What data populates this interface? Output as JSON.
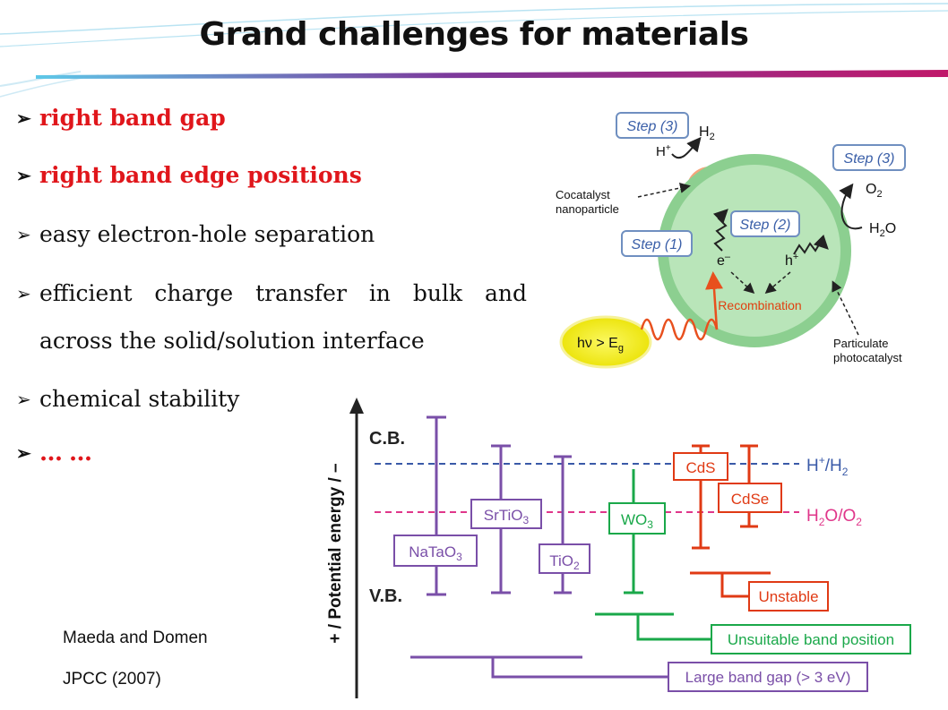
{
  "slide": {
    "title": "Grand challenges for materials",
    "bullets": [
      {
        "text": "right band gap",
        "highlight": true
      },
      {
        "text": "right band edge positions",
        "highlight": true
      },
      {
        "text": "easy electron-hole separation",
        "highlight": false
      },
      {
        "text": "efficient charge transfer in bulk and",
        "continuation": "across the solid/solution interface",
        "highlight": false
      },
      {
        "text": "chemical stability",
        "highlight": false
      },
      {
        "text": "……",
        "highlight": true
      }
    ],
    "bullet_marker": "➢",
    "reference": {
      "line1": "Maeda and Domen",
      "line2": "JPCC (2007)"
    }
  },
  "photocatalysis_diagram": {
    "step3_h2": "Step (3)",
    "h2": "H",
    "h2_sub": "2",
    "h_plus": "H",
    "h_plus_sup": "+",
    "step3_o2": "Step (3)",
    "o2": "O",
    "o2_sub": "2",
    "h2o": "H",
    "h2o_sub": "2",
    "h2o_end": "O",
    "cocatalyst_label_1": "Cocatalyst",
    "cocatalyst_label_2": "nanoparticle",
    "step2": "Step (2)",
    "step1": "Step (1)",
    "e_minus": "e",
    "e_minus_sup": "–",
    "h_hole": "h",
    "h_hole_sup": "+",
    "recombination": "Recombination",
    "photon_energy": "hν > E",
    "photon_energy_sub": "g",
    "particulate_1": "Particulate",
    "particulate_2": "photocatalyst",
    "colors": {
      "box_border": "#6f8fc0",
      "box_text": "#3a5fa8",
      "particle": "#a6dba8",
      "cocatalyst": "#f4a57a",
      "photon": "#f2ee2a",
      "wave": "#e8501e",
      "recombination": "#e04010"
    }
  },
  "band_diagram": {
    "y_axis_label": "+ / Potential energy / –",
    "cb_label": "C.B.",
    "vb_label": "V.B.",
    "h_level_label": "H",
    "h_level_sup": "+",
    "h_level_rest": "/H",
    "h_level_sub": "2",
    "o_level_label": "H",
    "o_level_sub1": "2",
    "o_level_mid": "O/O",
    "o_level_sub2": "2",
    "materials": [
      {
        "name": "NaTaO",
        "sub": "3",
        "group": "large-gap"
      },
      {
        "name": "SrTiO",
        "sub": "3",
        "group": "large-gap"
      },
      {
        "name": "TiO",
        "sub": "2",
        "group": "large-gap"
      },
      {
        "name": "WO",
        "sub": "3",
        "group": "unsuitable"
      },
      {
        "name": "CdS",
        "sub": "",
        "group": "unstable"
      },
      {
        "name": "CdSe",
        "sub": "",
        "group": "unstable"
      }
    ],
    "legend": {
      "unstable": "Unstable",
      "unsuitable": "Unsuitable band position",
      "large_gap": "Large band gap (> 3 eV)"
    },
    "colors": {
      "purple": "#7a4fa8",
      "green": "#1aa84a",
      "red": "#e03a14",
      "blue_dash": "#3a5aa8",
      "pink_dash": "#e0368a"
    }
  }
}
